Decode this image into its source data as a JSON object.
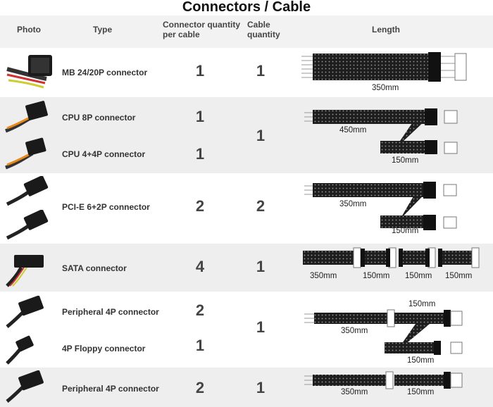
{
  "title": "Connectors / Cable",
  "headers": {
    "photo": "Photo",
    "type": "Type",
    "connector_qty_line1": "Connector quantity",
    "connector_qty_line2": "per cable",
    "cable_qty_line1": "Cable",
    "cable_qty_line2": "quantity",
    "length": "Length"
  },
  "rows": [
    {
      "type": "MB 24/20P connector",
      "connector_qty": "1",
      "cable_qty": "1",
      "lengths": [
        "350mm"
      ]
    },
    {
      "type": "CPU   8P   connector",
      "connector_qty": "1",
      "cable_qty": "1",
      "lengths": [
        "450mm"
      ]
    },
    {
      "type": "CPU 4+4P connector",
      "connector_qty": "1",
      "lengths": [
        "150mm"
      ]
    },
    {
      "type": "PCI-E 6+2P connector",
      "connector_qty": "2",
      "cable_qty": "2",
      "lengths": [
        "350mm",
        "150mm"
      ]
    },
    {
      "type": "SATA connector",
      "connector_qty": "4",
      "cable_qty": "1",
      "lengths": [
        "350mm",
        "150mm",
        "150mm",
        "150mm"
      ]
    },
    {
      "type": "Peripheral 4P connector",
      "connector_qty": "2",
      "cable_qty": "1",
      "lengths": [
        "150mm",
        "350mm",
        "150mm"
      ]
    },
    {
      "type": "4P Floppy connector",
      "connector_qty": "1"
    },
    {
      "type": "Peripheral 4P connector",
      "connector_qty": "2",
      "cable_qty": "1",
      "lengths": [
        "350mm",
        "150mm"
      ]
    }
  ]
}
